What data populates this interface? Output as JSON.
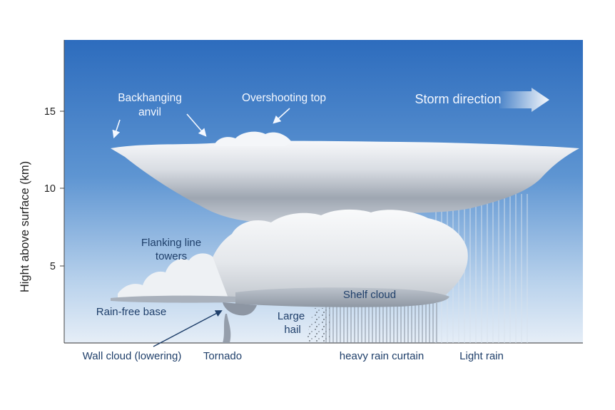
{
  "axis": {
    "ylabel": "Hight above surface (km)",
    "ticks": [
      "5",
      "10",
      "15"
    ]
  },
  "labels": {
    "backhanging_anvil_line1": "Backhanging",
    "backhanging_anvil_line2": "anvil",
    "overshooting_top": "Overshooting top",
    "storm_direction": "Storm direction",
    "flanking_line_towers_line1": "Flanking line",
    "flanking_line_towers_line2": "towers",
    "rain_free_base": "Rain-free base",
    "shelf_cloud": "Shelf cloud",
    "large_hail_line1": "Large",
    "large_hail_line2": "hail",
    "wall_cloud": "Wall cloud (lowering)",
    "tornado": "Tornado",
    "heavy_rain_curtain": "heavy rain curtain",
    "light_rain": "Light rain"
  },
  "colors": {
    "sky_top": "#2f6fbf",
    "sky_bottom": "#dde9f5",
    "cloud": "#f3f5f8",
    "cloud_shadow": "#8d96a3",
    "label_dark": "#1f3f6a",
    "label_light": "#f4f8ff"
  }
}
